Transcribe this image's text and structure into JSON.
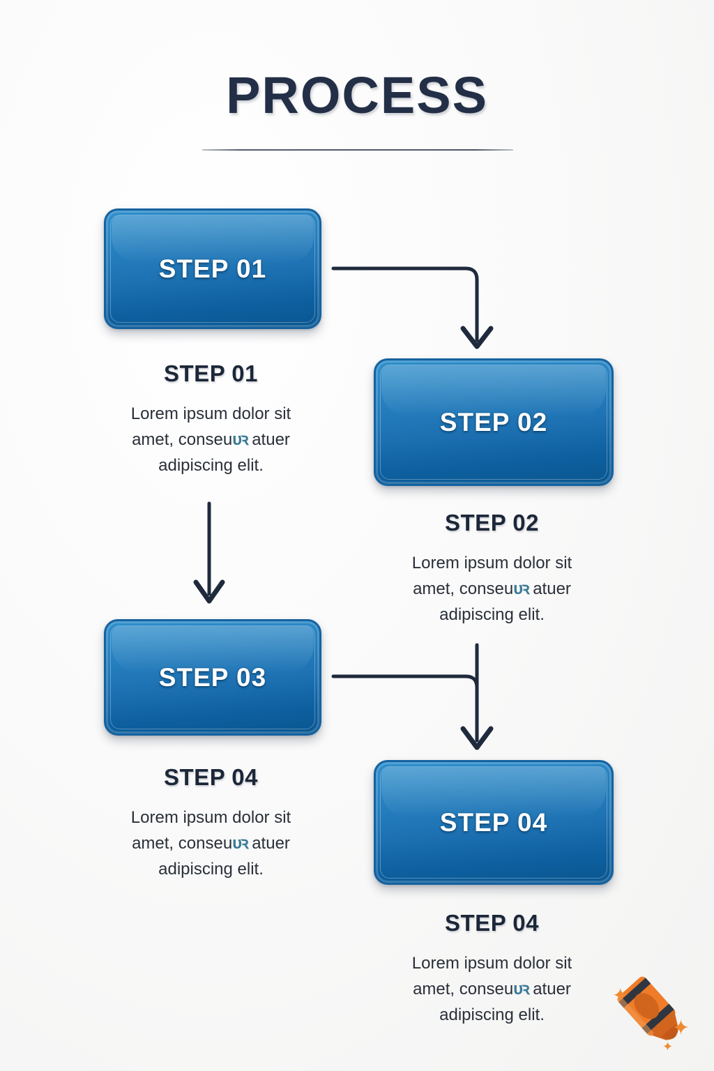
{
  "header": {
    "title": "PROCESS"
  },
  "boxes": [
    {
      "label": "STEP 01",
      "name": "step-box-01"
    },
    {
      "label": "STEP 02",
      "name": "step-box-02"
    },
    {
      "label": "STEP 03",
      "name": "step-box-03"
    },
    {
      "label": "STEP 04",
      "name": "step-box-04"
    }
  ],
  "descriptions": [
    {
      "heading": "STEP 01",
      "line1": "Lorem ipsum dolor sit",
      "line2_a": "amet, conseu",
      "line2_glyph": "ᴜꝛ",
      "line2_b": " atuer",
      "line3": "adipiscing elit."
    },
    {
      "heading": "STEP 02",
      "line1": "Lorem ipsum dolor sit",
      "line2_a": "amet, conseu",
      "line2_glyph": "ᴜꝛ",
      "line2_b": " atuer",
      "line3": "adipiscing elit."
    },
    {
      "heading": "STEP 04",
      "line1": "Lorem ipsum dolor sit",
      "line2_a": "amet, conseu",
      "line2_glyph": "ᴜꝛ",
      "line2_b": " atuer",
      "line3": "adipiscing elit."
    },
    {
      "heading": "STEP 04",
      "line1": "Lorem ipsum dolor sit",
      "line2_a": "amet, conseu",
      "line2_glyph": "ᴜꝛ",
      "line2_b": " atuer",
      "line3": "adipiscing elit."
    }
  ],
  "connectors": [
    {
      "name": "connector-step01-to-step02",
      "type": "elbow-right-down"
    },
    {
      "name": "connector-step01-to-step03",
      "type": "straight-down"
    },
    {
      "name": "connector-step03-to-step04",
      "type": "elbow-right-down"
    }
  ],
  "decoration": {
    "crayon_icon": "crayon-icon",
    "sparkles": [
      "✦",
      "✦",
      "✦"
    ]
  },
  "colors": {
    "background": "#f7f7f6",
    "title_text": "#232f46",
    "box_gradient_top": "#2f8fcb",
    "box_gradient_bottom": "#0a5791",
    "box_border": "#1562a0",
    "box_label_text": "#ffffff",
    "heading_text": "#1c2739",
    "body_text": "#2a2f38",
    "connector_stroke": "#1f2a3d",
    "divider": "#4d5664",
    "crayon_orange": "#ef7c28",
    "crayon_dark": "#2f3640"
  }
}
